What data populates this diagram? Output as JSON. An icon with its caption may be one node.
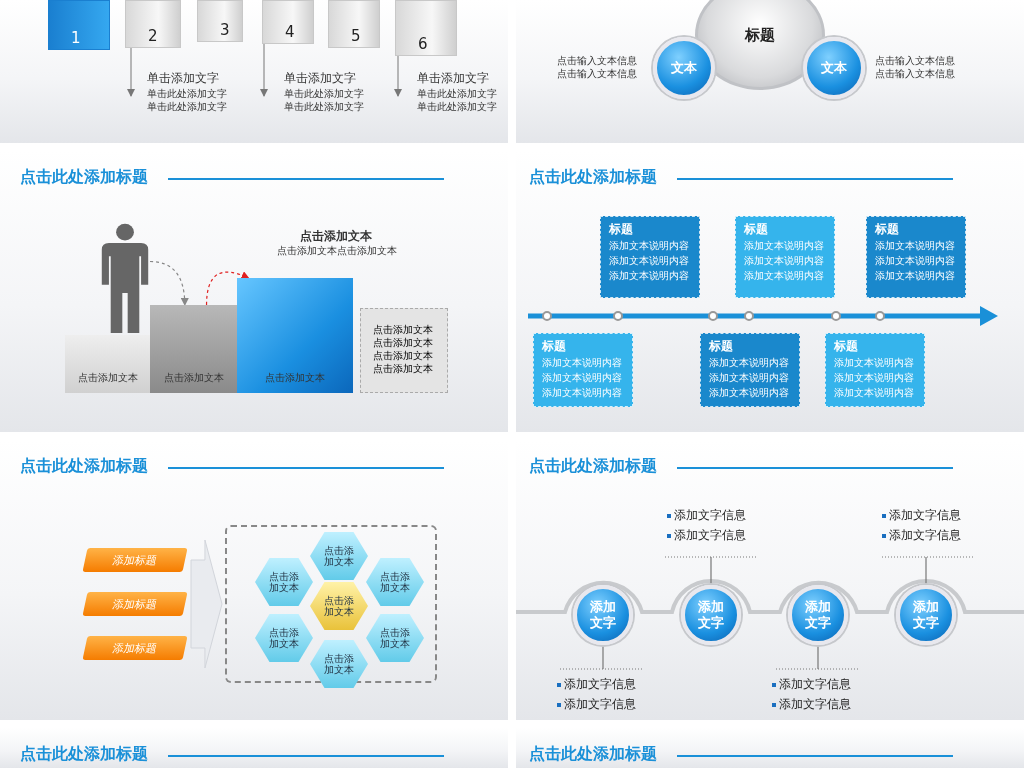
{
  "diagram": {
    "nodes": [
      {
        "text": [
          "1"
        ]
      },
      {
        "text": [
          "2"
        ],
        "beside": [
          "单击添加文字",
          "单击此处添加文字",
          "单击此处添加文字"
        ]
      },
      {
        "text": [
          "3"
        ]
      },
      {
        "text": [
          "4"
        ],
        "beside": [
          "单击添加文字",
          "单击此处添加文字",
          "单击此处添加文字"
        ]
      },
      {
        "text": [
          "5"
        ]
      },
      {
        "text": [
          "6"
        ],
        "beside": [
          "单击添加文字",
          "单击此处添加文字",
          "单击此处添加文字"
        ]
      },
      {
        "text": [
          "标题"
        ]
      },
      {
        "text": [
          "文本"
        ],
        "beside": [
          "点击输入文本信息",
          "点击输入文本信息"
        ]
      },
      {
        "text": [
          "文本"
        ],
        "beside": [
          "点击输入文本信息",
          "点击输入文本信息"
        ]
      },
      {
        "text": [],
        "shape": "person"
      },
      {
        "text": [
          "点击添加文本"
        ]
      },
      {
        "text": [
          "点击添加文本"
        ]
      },
      {
        "text": [
          "点击添加文本"
        ]
      },
      {
        "text": [
          "点击添加文本",
          "点击添加文本",
          "点击添加文本",
          "点击添加文本"
        ]
      },
      {
        "text": [
          "标题",
          "添加文本说明内容",
          "添加文本说明内容",
          "添加文本说明内容"
        ]
      },
      {
        "text": [
          "标题",
          "添加文本说明内容",
          "添加文本说明内容",
          "添加文本说明内容"
        ]
      },
      {
        "text": [
          "标题",
          "添加文本说明内容",
          "添加文本说明内容",
          "添加文本说明内容"
        ]
      },
      {
        "text": [
          "标题",
          "添加文本说明内容",
          "添加文本说明内容",
          "添加文本说明内容"
        ]
      },
      {
        "text": [
          "标题",
          "添加文本说明内容",
          "添加文本说明内容",
          "添加文本说明内容"
        ]
      },
      {
        "text": [
          "标题",
          "添加文本说明内容",
          "添加文本说明内容",
          "添加文本说明内容"
        ]
      },
      {
        "text": [
          "添加标题"
        ]
      },
      {
        "text": [
          "添加标题"
        ]
      },
      {
        "text": [
          "添加标题"
        ]
      },
      {
        "text": [],
        "shape": "box"
      },
      {
        "text": [
          "点击添加文本"
        ],
        "in": 23
      },
      {
        "text": [
          "点击添加文本"
        ],
        "in": 23
      },
      {
        "text": [
          "点击添加文本"
        ],
        "in": 23
      },
      {
        "text": [
          "点击添加文本"
        ],
        "in": 23
      },
      {
        "text": [
          "点击添加文本"
        ],
        "in": 23
      },
      {
        "text": [
          "点击添加文本"
        ],
        "in": 23
      },
      {
        "text": [
          "点击添加文本"
        ],
        "in": 23
      },
      {
        "text": [
          "添加文字"
        ],
        "beside": [
          "添加文字信息",
          "添加文字信息"
        ]
      },
      {
        "text": [
          "添加文字"
        ],
        "beside": [
          "添加文字信息",
          "添加文字信息"
        ]
      },
      {
        "text": [
          "添加文字"
        ],
        "beside": [
          "添加文字信息",
          "添加文字信息"
        ]
      },
      {
        "text": [
          "添加文字"
        ],
        "beside": [
          "添加文字信息",
          "添加文字信息"
        ]
      }
    ],
    "edges": [
      {
        "from": 9,
        "to": 11,
        "arrow": "to",
        "style": "dashed",
        "color": "#888888"
      },
      {
        "from": 11,
        "to": 12,
        "arrow": "to",
        "style": "dashed",
        "color": "#e02020"
      },
      {
        "from": 1,
        "to": null,
        "arrow": "to"
      },
      {
        "from": 3,
        "to": null,
        "arrow": "to"
      },
      {
        "from": 5,
        "to": null,
        "arrow": "to"
      },
      {
        "from": 20,
        "to": 23,
        "arrow": "to"
      },
      {
        "from": 21,
        "to": 23,
        "arrow": "to"
      },
      {
        "from": 22,
        "to": 23,
        "arrow": "to"
      },
      {
        "from": 31,
        "to": null,
        "arrow": "none"
      },
      {
        "from": 32,
        "to": null,
        "arrow": "none"
      },
      {
        "from": 33,
        "to": null,
        "arrow": "none"
      },
      {
        "from": 34,
        "to": null,
        "arrow": "none"
      }
    ],
    "labels": [
      "点击此处添加标题",
      "点击此处添加标题",
      "点击添加文本",
      "点击添加文本点击添加文本",
      "点击此处添加标题",
      "点击此处添加标题",
      "点击此处添加标题",
      "点击此处添加标题"
    ]
  }
}
